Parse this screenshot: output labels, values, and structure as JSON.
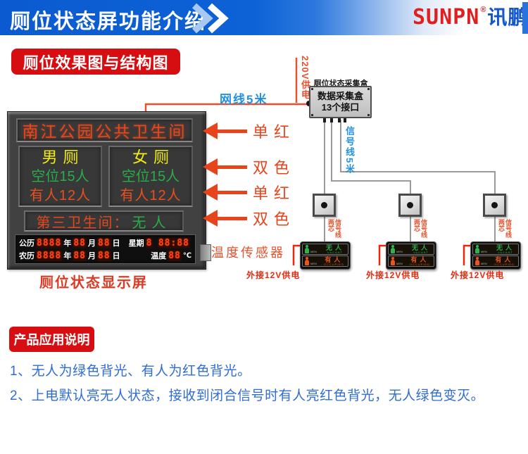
{
  "header": {
    "title": "厕位状态屏功能介绍",
    "logo_text": "SUNPN",
    "logo_reg": "®",
    "logo_cn": "讯鹏"
  },
  "effect": {
    "badge": "厕位效果图与结构图",
    "display": {
      "title": "南江公园公共卫生间",
      "rooms": [
        {
          "name": "男厕",
          "vacant": "空位15人",
          "occupied": "有人12人"
        },
        {
          "name": "女厕",
          "vacant": "空位15人",
          "occupied": "有人12人"
        }
      ],
      "third_label": "第三卫生间：",
      "third_status": "无人",
      "clock_rows": [
        {
          "cal": "公历",
          "year": "8888",
          "year_u": "年",
          "month": "88",
          "month_u": "月",
          "day": "88",
          "day_u": "日",
          "right_label": "星期",
          "right_digit": "8",
          "time": "88:88"
        },
        {
          "cal": "农历",
          "year": "8888",
          "year_u": "年",
          "month": "88",
          "month_u": "月",
          "day": "88",
          "day_u": "日",
          "right_label": "温度",
          "right_digit": "88",
          "unit": "℃"
        }
      ],
      "caption": "厕位状态显示屏"
    },
    "arrows": [
      {
        "label": "单红"
      },
      {
        "label": "双色"
      },
      {
        "label": "单红"
      },
      {
        "label": "双色"
      }
    ],
    "sensor_label": "温度传感器",
    "wiring": {
      "net_cable": "网线5米",
      "power_220v": "220V供电",
      "collector_title": "厕位状态采集盒",
      "collector_line1": "数据采集盒",
      "collector_line2": "13个接口",
      "signal_cable": "信号线5米",
      "signal_two_core": "信号线两芯",
      "power_12v": "外接12V供电"
    },
    "sign": {
      "men": "MEN",
      "vacant_cn": "无人",
      "vacant_en": "VACANT",
      "occupied_cn": "有人",
      "occupied_en": "OCCUPIED"
    }
  },
  "usage": {
    "badge": "产品应用说明",
    "notes": [
      "1、无人为绿色背光、有人为红色背光。",
      "2、上电默认亮无人状态，接收到闭合信号时有人亮红色背光，无人绿色变灭。"
    ]
  },
  "colors": {
    "header_blue": "#0d62d6",
    "badge_red": "#d60e12",
    "annotation_red": "#e8512b",
    "arrow_red": "#e8441c",
    "cable_blue": "#2191e3",
    "note_blue": "#2f6cd3",
    "led_red": "#e5471f",
    "led_green": "#29ad4b",
    "led_yellow": "#f2ec12",
    "logo_red": "#e01f1f",
    "logo_blue": "#1357cc"
  }
}
